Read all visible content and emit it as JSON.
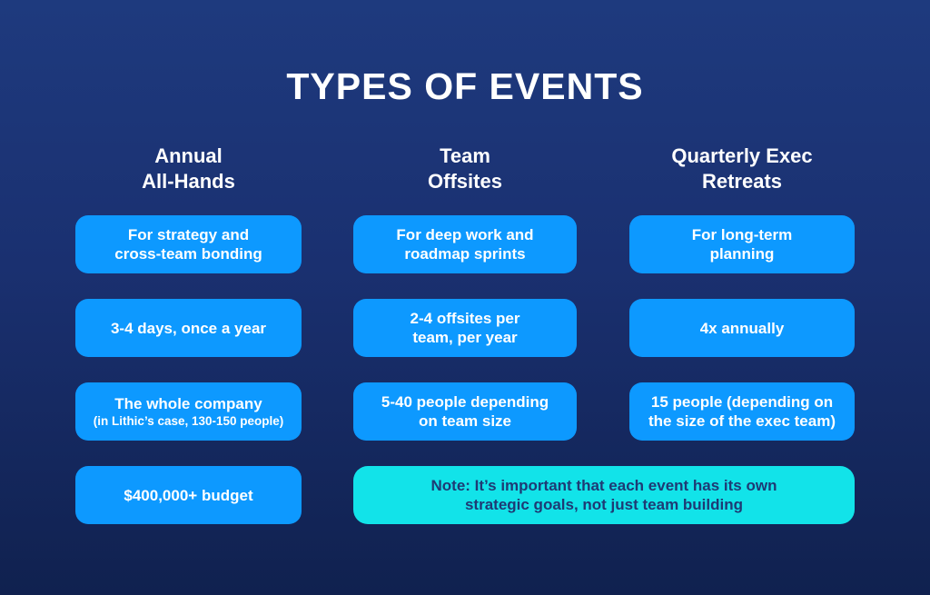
{
  "title": "TYPES OF EVENTS",
  "colors": {
    "background_top": "#1E3A7E",
    "background_bottom": "#10214F",
    "card_blue": "#0D99FF",
    "note_cyan": "#12E3E9",
    "text_white": "#FFFFFF",
    "note_text_navy": "#1E3A74"
  },
  "columns": [
    {
      "header": "Annual\nAll-Hands",
      "cards": [
        {
          "text": "For strategy and\ncross-team bonding"
        },
        {
          "text": "3-4 days, once a year"
        },
        {
          "text": "The whole company",
          "sub": "(in Lithic’s case, 130-150 people)"
        },
        {
          "text": "$400,000+ budget"
        }
      ]
    },
    {
      "header": "Team\nOffsites",
      "cards": [
        {
          "text": "For deep work and\nroadmap sprints"
        },
        {
          "text": "2-4 offsites per\nteam, per year"
        },
        {
          "text": "5-40 people depending\non team size"
        }
      ]
    },
    {
      "header": "Quarterly Exec\nRetreats",
      "cards": [
        {
          "text": "For long-term\nplanning"
        },
        {
          "text": "4x annually"
        },
        {
          "text": "15 people (depending on\nthe size of the exec team)"
        }
      ]
    }
  ],
  "note": {
    "text": "Note: It’s important that each event has its own\nstrategic goals, not just team building"
  }
}
